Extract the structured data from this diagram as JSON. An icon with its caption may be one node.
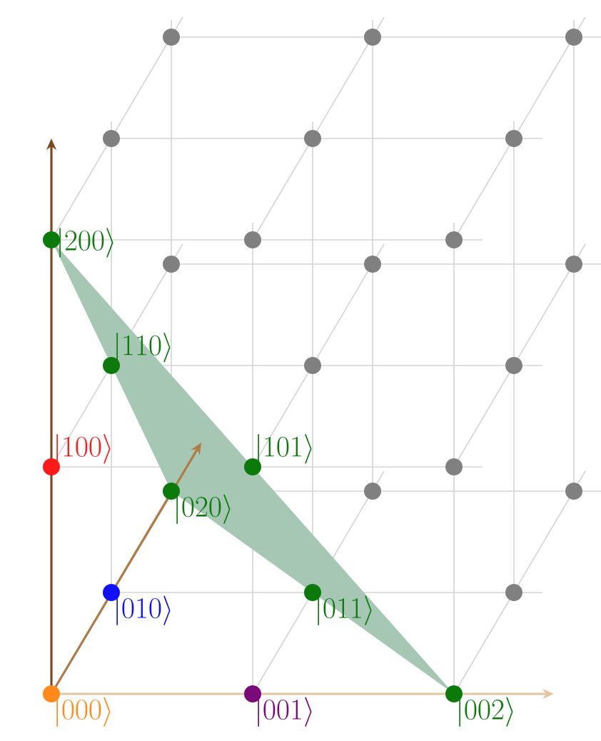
{
  "diagram": {
    "nodes": [
      {
        "text": [],
        "shape": "circle"
      },
      {
        "text": [],
        "shape": "circle"
      },
      {
        "text": [],
        "shape": "circle"
      },
      {
        "text": [],
        "shape": "circle"
      },
      {
        "text": [],
        "shape": "circle"
      },
      {
        "text": [],
        "shape": "circle"
      },
      {
        "text": [
          "|200\\rangle"
        ]
      },
      {
        "text": [],
        "shape": "circle"
      },
      {
        "text": [],
        "shape": "circle"
      },
      {
        "text": [],
        "shape": "circle"
      },
      {
        "text": [],
        "shape": "circle"
      },
      {
        "text": [],
        "shape": "circle"
      },
      {
        "text": [
          "|110\\rangle"
        ]
      },
      {
        "text": [],
        "shape": "circle"
      },
      {
        "text": [],
        "shape": "circle"
      },
      {
        "text": [
          "|100\\rangle"
        ]
      },
      {
        "text": [
          "|101\\rangle"
        ]
      },
      {
        "text": [],
        "shape": "circle"
      },
      {
        "text": [
          "|020\\rangle"
        ]
      },
      {
        "text": [],
        "shape": "circle"
      },
      {
        "text": [],
        "shape": "circle"
      },
      {
        "text": [
          "|010\\rangle"
        ]
      },
      {
        "text": [
          "|011\\rangle"
        ]
      },
      {
        "text": [],
        "shape": "circle"
      },
      {
        "text": [
          "|000\\rangle"
        ]
      },
      {
        "text": [
          "|001\\rangle"
        ]
      },
      {
        "text": [
          "|002\\rangle"
        ]
      }
    ]
  }
}
